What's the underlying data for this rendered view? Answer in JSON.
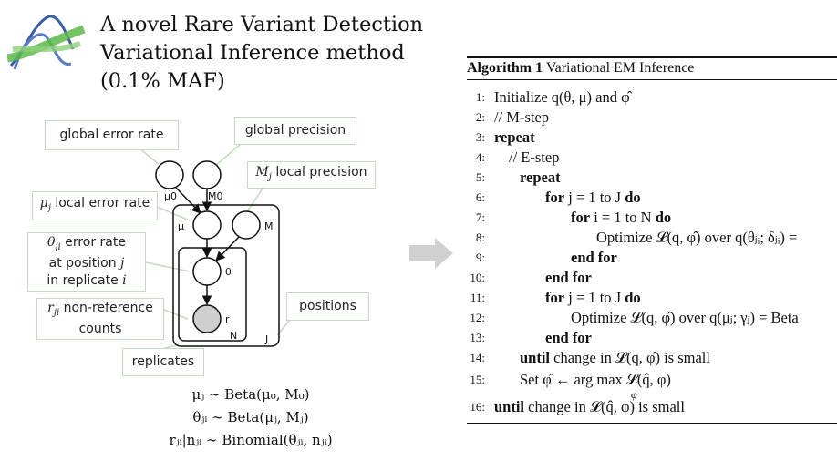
{
  "title_lines": [
    "A novel Rare Variant Detection",
    "Variational Inference method",
    "(0.1% MAF)"
  ],
  "callouts": {
    "global_error_rate": "global error rate",
    "global_precision": "global precision",
    "local_precision_symbol": "M",
    "local_precision_sub": "j",
    "local_precision_text": " local precision",
    "local_error_symbol": "μ",
    "local_error_sub": "j",
    "local_error_text": " local error rate",
    "theta_symbol": "θ",
    "theta_sub": "ji",
    "theta_line1": " error rate",
    "theta_line2": "at position ",
    "theta_line2_var": "j",
    "theta_line3": "in replicate ",
    "theta_line3_var": "i",
    "r_symbol": "r",
    "r_sub": "ji",
    "r_line1": " non-reference",
    "r_line2": "counts",
    "positions": "positions",
    "replicates": "replicates"
  },
  "nodes": {
    "mu0_label": "μ0",
    "M0_label": "M0",
    "mu_label": "μ",
    "M_label": "M",
    "theta_label": "θ",
    "r_label": "r",
    "plate_N": "N",
    "plate_J": "J"
  },
  "equations": [
    "μⱼ ∼ Beta(μ₀, M₀)",
    "θⱼᵢ ∼ Beta(μⱼ, Mⱼ)",
    "rⱼᵢ|nⱼᵢ ∼ Binomial(θⱼᵢ, nⱼᵢ)"
  ],
  "algorithm": {
    "title_bold": "Algorithm 1",
    "title_rest": " Variational EM Inference",
    "lines": [
      {
        "n": "1:",
        "text": "Initialize q(θ, μ) and φ̂"
      },
      {
        "n": "2:",
        "text": "// M-step"
      },
      {
        "n": "3:",
        "text": "repeat"
      },
      {
        "n": "4:",
        "text": "// E-step"
      },
      {
        "n": "5:",
        "text": "repeat"
      },
      {
        "n": "6:",
        "kw": "for",
        "text": " j = 1 to J ",
        "kw2": "do"
      },
      {
        "n": "7:",
        "kw": "for",
        "text": " i = 1 to N ",
        "kw2": "do"
      },
      {
        "n": "8:",
        "text": "Optimize 𝓛(q, φ̂) over q(θⱼᵢ; δⱼᵢ) ="
      },
      {
        "n": "9:",
        "text": "end for"
      },
      {
        "n": "10:",
        "text": "end for"
      },
      {
        "n": "11:",
        "kw": "for",
        "text": " j = 1 to J ",
        "kw2": "do"
      },
      {
        "n": "12:",
        "text": "Optimize 𝓛(q, φ̂) over q(μⱼ; γⱼ) = Beta"
      },
      {
        "n": "13:",
        "text": "end for"
      },
      {
        "n": "14:",
        "kw": "until",
        "text": " change in 𝓛(q, φ̂) is small"
      },
      {
        "n": "15:",
        "text": "Set φ̂ ← arg max 𝓛(q̂, φ)",
        "sub": "φ"
      },
      {
        "n": "16:",
        "kw": "until",
        "text": " change in 𝓛(q̂, φ) is small"
      }
    ]
  }
}
